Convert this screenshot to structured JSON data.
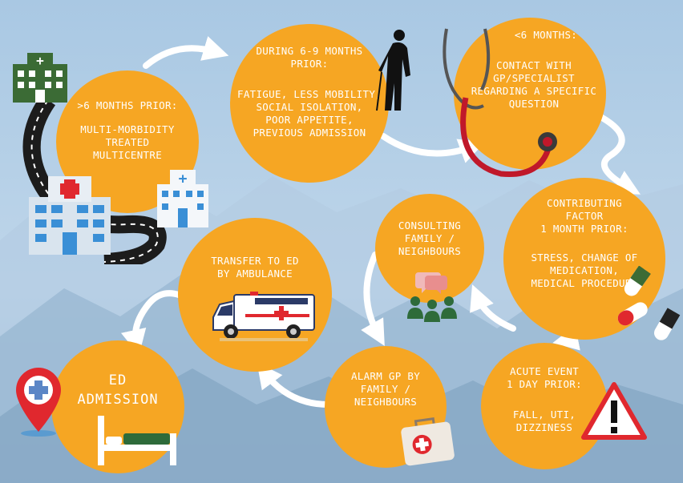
{
  "nodes": {
    "n1": {
      "title": ">6 MONTHS PRIOR:",
      "body": "MULTI-MORBIDITY\nTREATED\nMULTICENTRE"
    },
    "n2": {
      "title": "DURING 6-9 MONTHS\nPRIOR:",
      "body": "FATIGUE, LESS MOBILITY,\nSOCIAL ISOLATION,\nPOOR APPETITE,\nPREVIOUS ADMISSION"
    },
    "n3": {
      "title": "<6 MONTHS:",
      "body": "CONTACT WITH\nGP/SPECIALIST\nREGARDING A SPECIFIC\nQUESTION"
    },
    "n4": {
      "title": "CONTRIBUTING\nFACTOR\n1 MONTH PRIOR:",
      "body": "STRESS, CHANGE OF\nMEDICATION,\nMEDICAL PROCEDURE"
    },
    "n5": {
      "title": "CONSULTING\nFAMILY /\nNEIGHBOURS"
    },
    "n6": {
      "title": "ACUTE EVENT\n1 DAY PRIOR:",
      "body": "FALL, UTI,\nDIZZINESS"
    },
    "n7": {
      "title": "ALARM GP BY\nFAMILY /\nNEIGHBOURS"
    },
    "n8": {
      "title": "TRANSFER TO ED\nBY AMBULANCE"
    },
    "n9": {
      "title": "ED\nADMISSION"
    }
  },
  "colors": {
    "node": "#F6A623",
    "sky_top": "#A9C8E3",
    "sky_bottom": "#C8DCEC",
    "mountain": "#8FB0CC",
    "arrow": "#ffffff",
    "red": "#E0282E",
    "green": "#2E6B3A",
    "dark": "#1C1C1C"
  },
  "icons": [
    "hospital-icon",
    "road-icon",
    "clinic-icon",
    "elderly-person-icon",
    "stethoscope-icon",
    "pills-icon",
    "people-chat-icon",
    "warning-sign-icon",
    "first-aid-kit-icon",
    "ambulance-icon",
    "location-pin-icon",
    "hospital-bed-icon"
  ]
}
